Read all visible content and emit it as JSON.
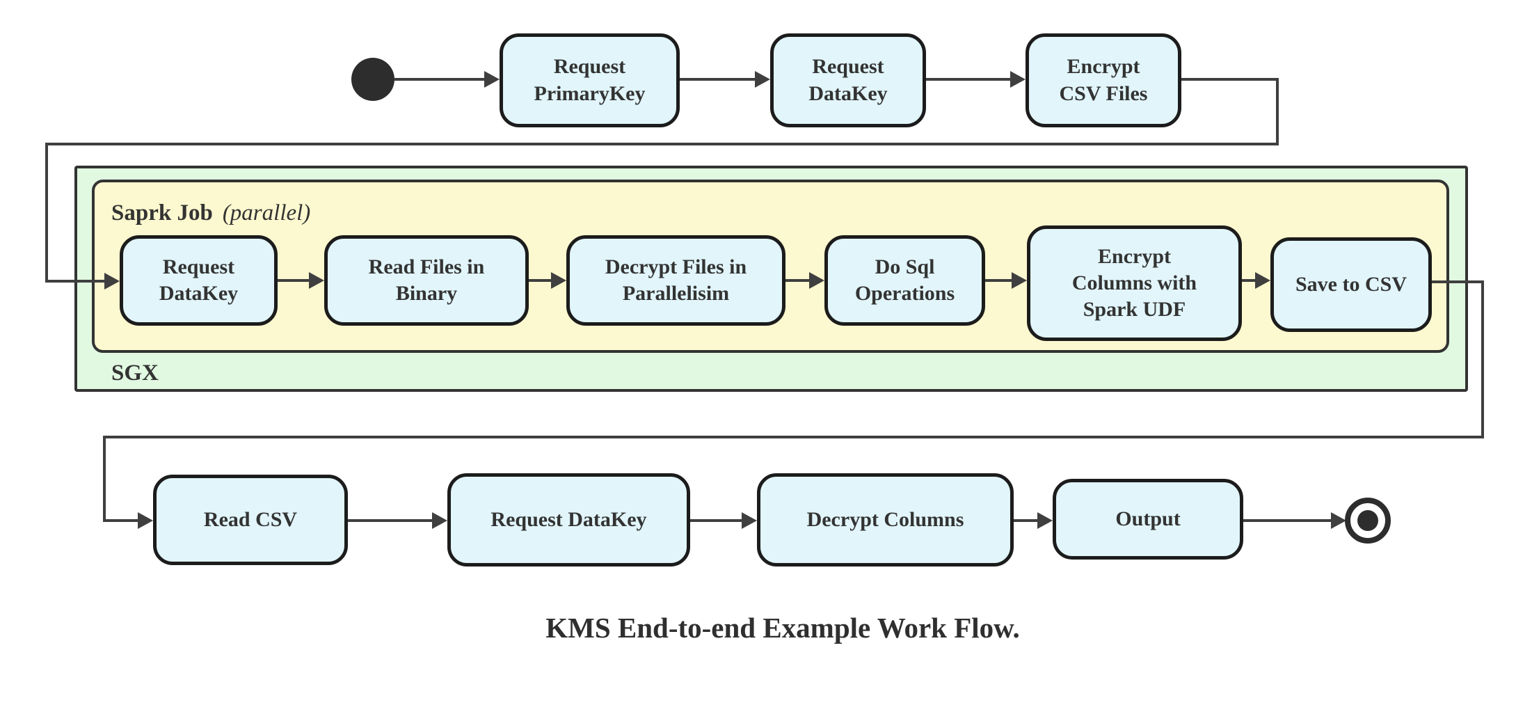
{
  "diagram": {
    "caption": "KMS End-to-end Example Work Flow.",
    "containers": {
      "sgx_label": "SGX",
      "spark_label": "Saprk Job",
      "spark_mode": "(parallel)"
    },
    "nodes": {
      "top": [
        "Request\nPrimaryKey",
        "Request\nDataKey",
        "Encrypt\nCSV Files"
      ],
      "spark": [
        "Request\nDataKey",
        "Read Files in\nBinary",
        "Decrypt Files in\nParallelisim",
        "Do Sql\nOperations",
        "Encrypt\nColumns with\nSpark UDF",
        "Save to CSV"
      ],
      "bottom": [
        "Read CSV",
        "Request DataKey",
        "Decrypt Columns",
        "Output"
      ]
    },
    "markers": {
      "start": "initial-state",
      "end": "final-state"
    },
    "colors": {
      "node_fill": "#e1f5fa",
      "node_border": "#1c1c1c",
      "sgx_fill": "#e1f8e1",
      "spark_fill": "#fcf8cf",
      "container_border": "#333333",
      "connector": "#3f3f3f",
      "text": "#333333"
    }
  }
}
